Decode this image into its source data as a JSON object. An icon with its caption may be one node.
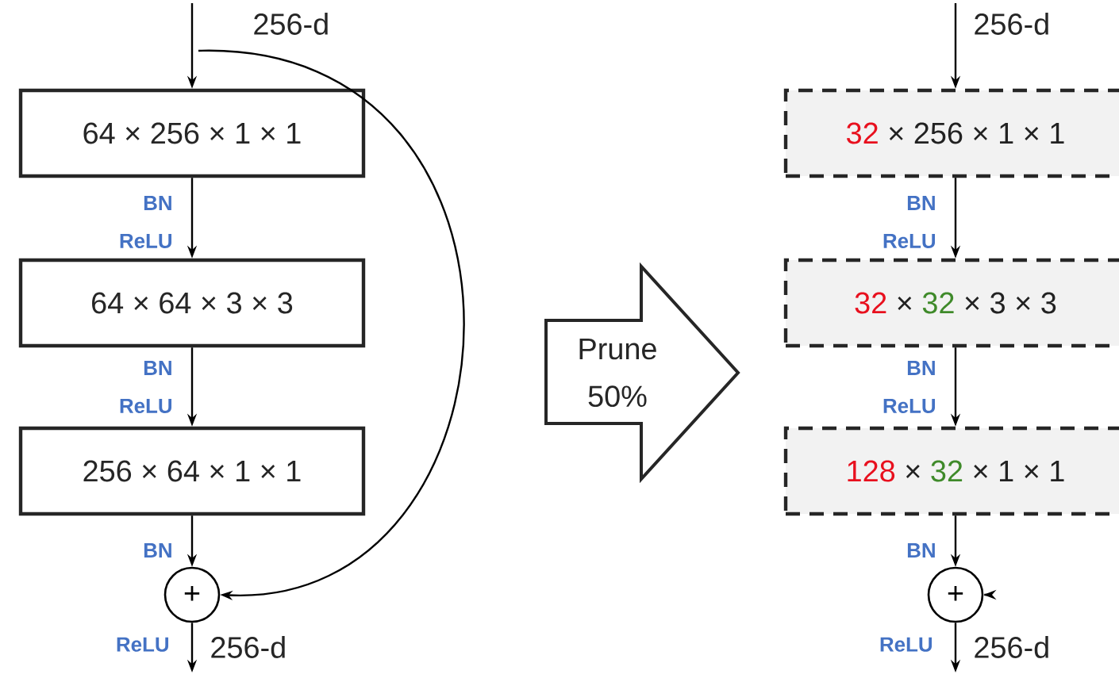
{
  "diagram": {
    "nodes": [
      {
        "text": [
          "64 × 256 × 1 × 1"
        ]
      },
      {
        "text": [
          "64 × 64 × 3 × 3"
        ]
      },
      {
        "text": [
          "256 × 64 × 1 × 1"
        ]
      },
      {
        "text": [
          "+"
        ],
        "beside": [
          "ReLU"
        ]
      },
      {
        "text": [
          "Prune 50%"
        ]
      },
      {
        "text": [
          "32",
          "× 256 × 1 × 1"
        ]
      },
      {
        "text": [
          "32",
          "×",
          "32",
          "× 3 × 3"
        ]
      },
      {
        "text": [
          "128",
          "×",
          "32",
          "× 1 × 1"
        ]
      },
      {
        "text": [
          "+"
        ],
        "beside": [
          "ReLU"
        ]
      }
    ],
    "edges": [
      {
        "from": null,
        "to": 0,
        "arrow": "to",
        "label": "256-d"
      },
      {
        "from": 0,
        "to": 1,
        "arrow": "to",
        "label": "BN ReLU"
      },
      {
        "from": 1,
        "to": 2,
        "arrow": "to",
        "label": "BN ReLU"
      },
      {
        "from": 2,
        "to": 3,
        "arrow": "to",
        "label": "BN"
      },
      {
        "from": null,
        "to": 3,
        "arrow": "to"
      },
      {
        "from": 3,
        "to": null,
        "arrow": "to",
        "label": "256-d"
      },
      {
        "from": null,
        "to": 5,
        "arrow": "to",
        "label": "256-d"
      },
      {
        "from": 5,
        "to": 6,
        "arrow": "to",
        "label": "BN ReLU"
      },
      {
        "from": 6,
        "to": 7,
        "arrow": "to",
        "label": "BN ReLU"
      },
      {
        "from": 7,
        "to": 8,
        "arrow": "to",
        "label": "BN"
      },
      {
        "from": null,
        "to": 8,
        "arrow": "to"
      },
      {
        "from": 8,
        "to": null,
        "arrow": "to",
        "label": "256-d"
      }
    ]
  }
}
